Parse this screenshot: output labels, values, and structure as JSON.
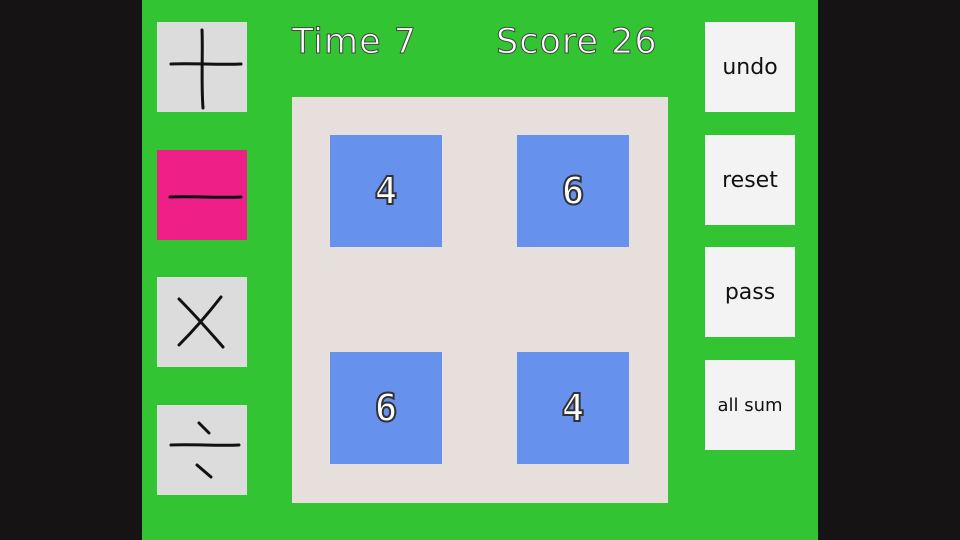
{
  "hud": {
    "time_label": "Time 7",
    "score_label": "Score 26"
  },
  "operators": [
    {
      "name": "plus",
      "icon": "plus-icon",
      "selected": false
    },
    {
      "name": "minus",
      "icon": "minus-icon",
      "selected": true
    },
    {
      "name": "multiply",
      "icon": "multiply-icon",
      "selected": false
    },
    {
      "name": "divide",
      "icon": "divide-icon",
      "selected": false
    }
  ],
  "tiles": [
    "4",
    "6",
    "6",
    "4"
  ],
  "actions": {
    "undo": "undo",
    "reset": "reset",
    "pass": "pass",
    "all_sum": "all sum"
  },
  "colors": {
    "background": "#33c433",
    "board": "#e6dfdc",
    "tile": "#6691ec",
    "operator_selected": "#ee1f86",
    "operator_idle": "#dcdcdc",
    "action_button": "#f3f3f3"
  }
}
